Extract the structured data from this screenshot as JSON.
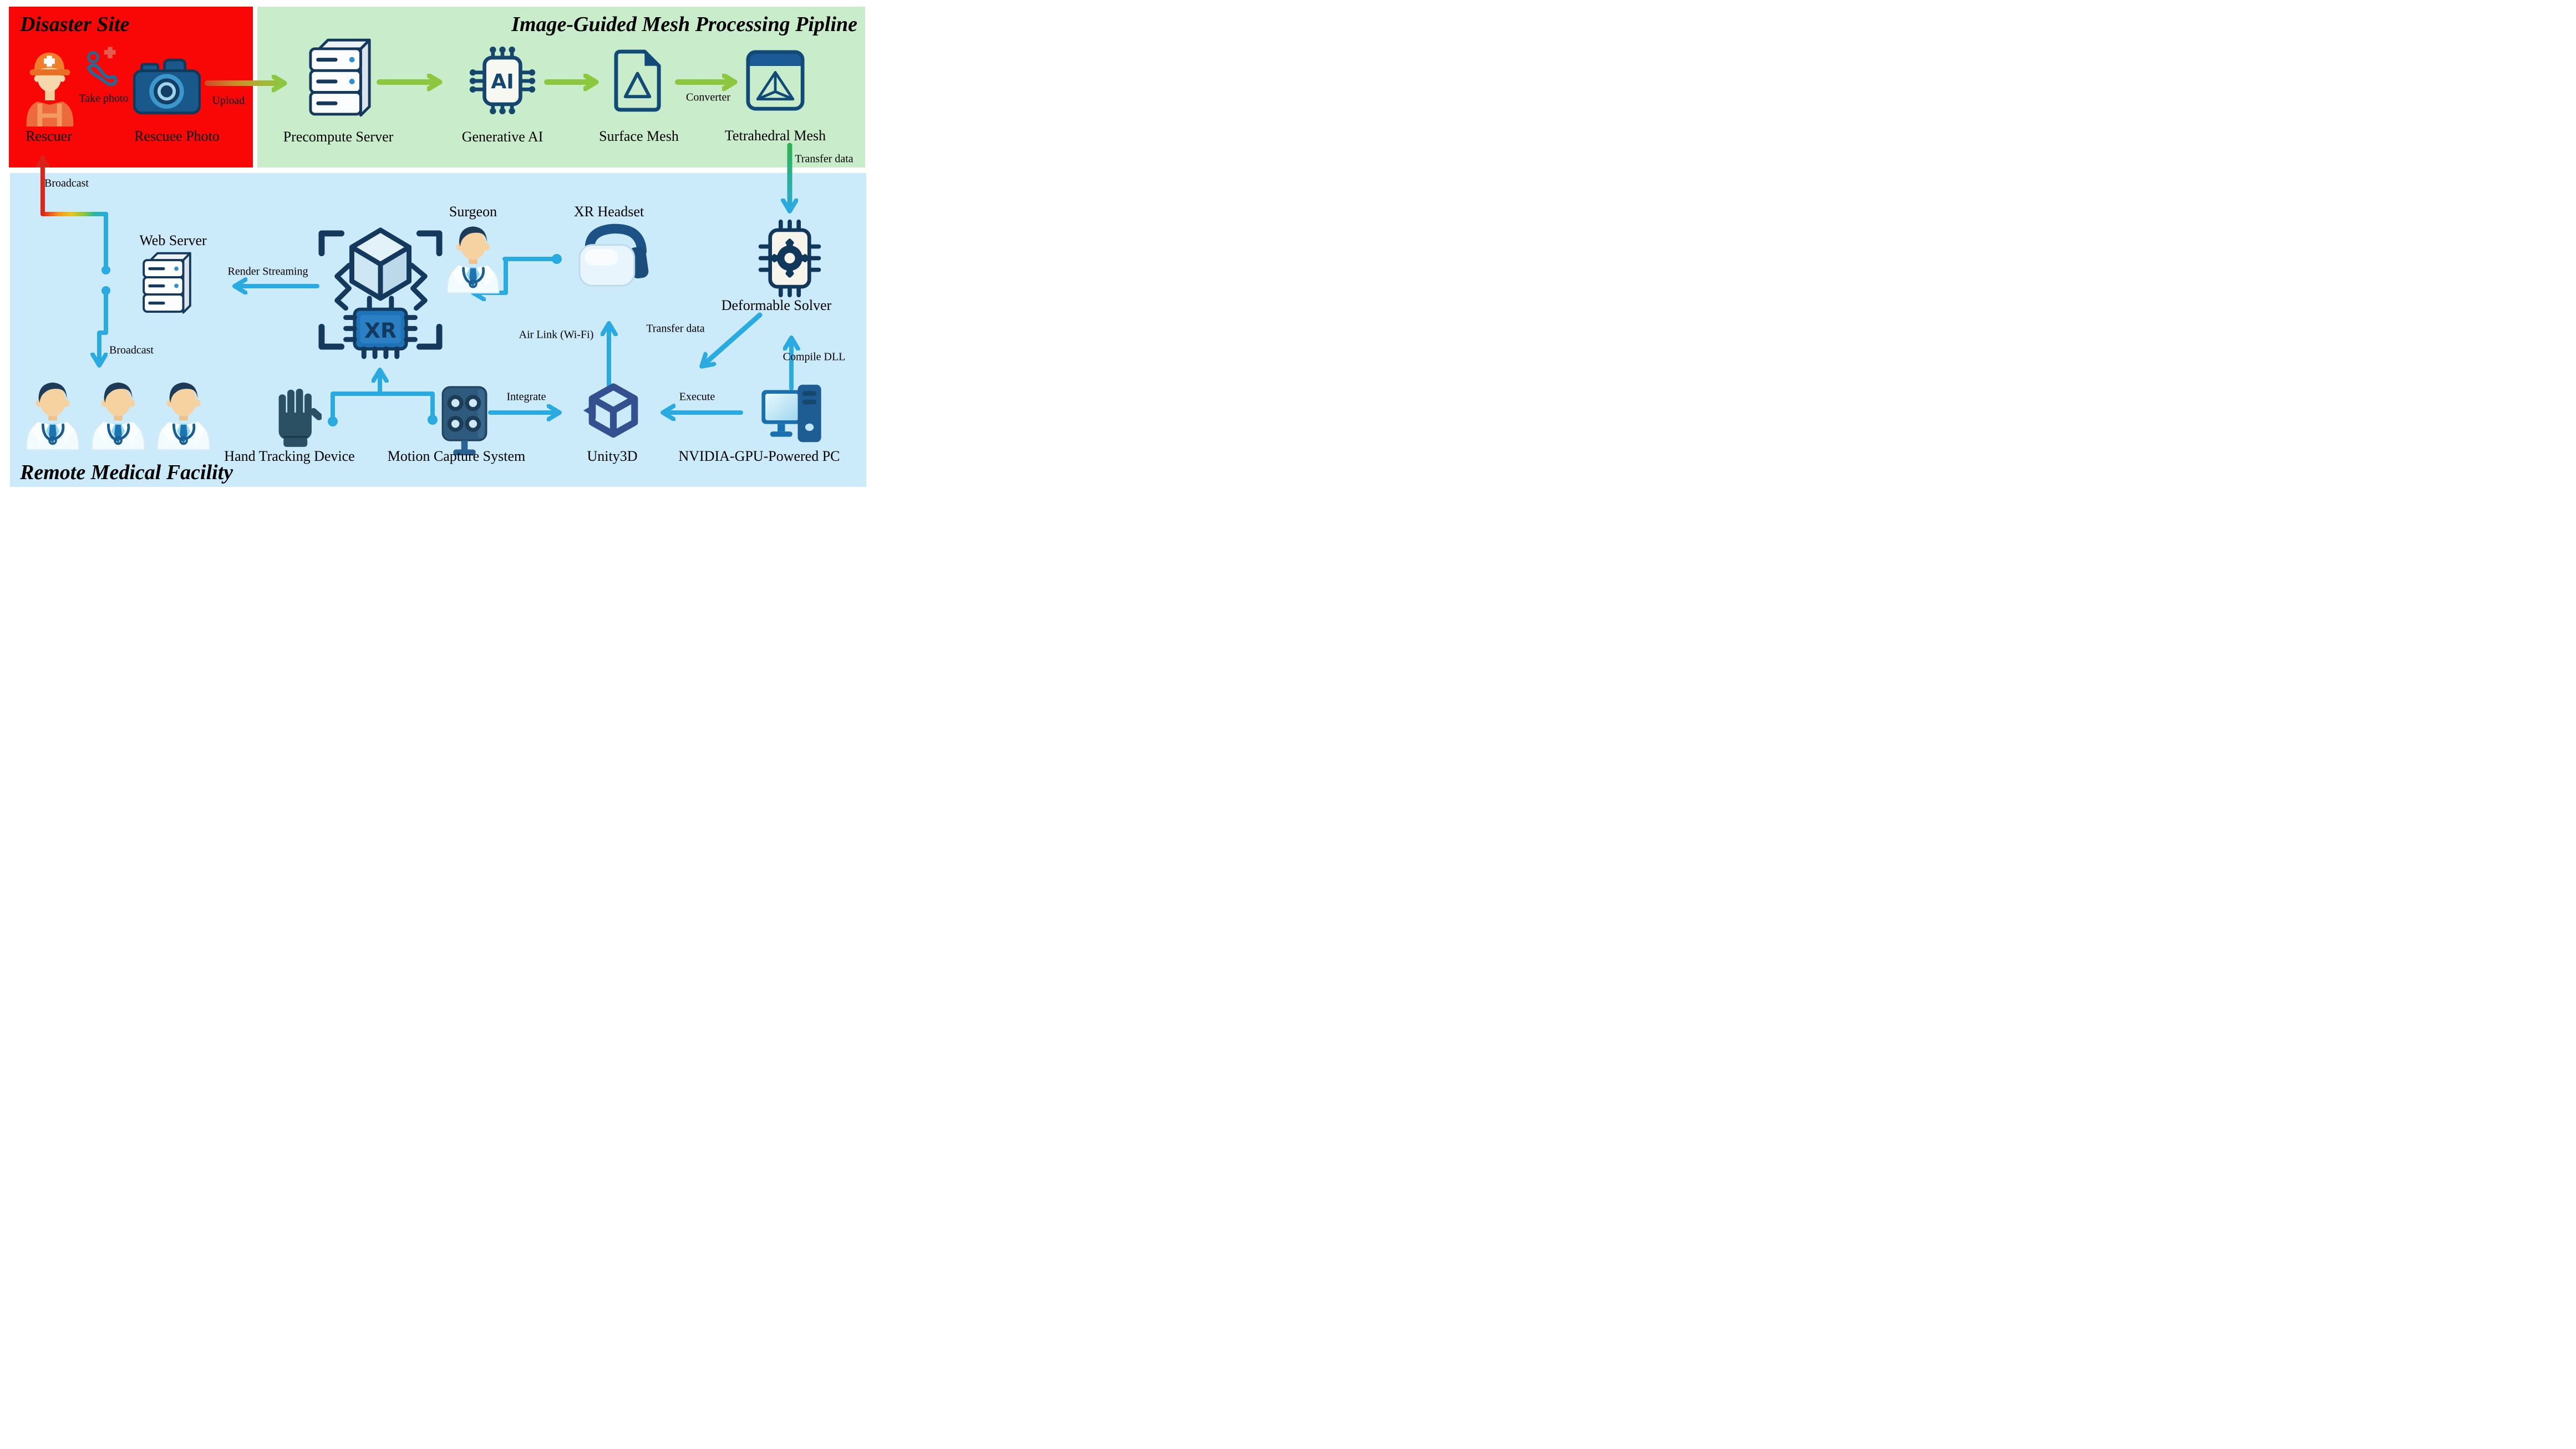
{
  "colors": {
    "disaster_bg": "#f90606",
    "pipeline_bg": "#c9edcb",
    "facility_bg": "#cbeafa",
    "arrow_green": "#8dc63f",
    "arrow_cyan": "#29abe2",
    "arrow_red": "#d8231a",
    "icon_navy": "#14395c"
  },
  "disaster_site": {
    "title": "Disaster Site",
    "rescuer_label": "Rescuer",
    "take_photo_label": "Take photo",
    "rescuee_photo_label": "Rescuee Photo",
    "upload_label": "Upload"
  },
  "pipeline": {
    "title": "Image-Guided Mesh Processing Pipline",
    "precompute_server_label": "Precompute Server",
    "generative_ai_label": "Generative AI",
    "ai_chip_text": "AI",
    "surface_mesh_label": "Surface Mesh",
    "converter_label": "Converter",
    "tetrahedral_mesh_label": "Tetrahedral Mesh",
    "transfer_data_label": "Transfer data"
  },
  "facility": {
    "title": "Remote Medical Facility",
    "broadcast_top_label": "Broadcast",
    "broadcast_bottom_label": "Broadcast",
    "web_server_label": "Web Server",
    "render_streaming_label": "Render Streaming",
    "xr_chip_text": "XR",
    "surgeon_label": "Surgeon",
    "xr_headset_label": "XR Headset",
    "air_link_label": "Air Link (Wi-Fi)",
    "deformable_solver_label": "Deformable Solver",
    "transfer_data_label": "Transfer data",
    "compile_dll_label": "Compile DLL",
    "hand_tracking_label": "Hand Tracking Device",
    "motion_capture_label": "Motion Capture System",
    "unity_label": "Unity3D",
    "integrate_label": "Integrate",
    "execute_label": "Execute",
    "nvidia_pc_label": "NVIDIA-GPU-Powered PC"
  }
}
